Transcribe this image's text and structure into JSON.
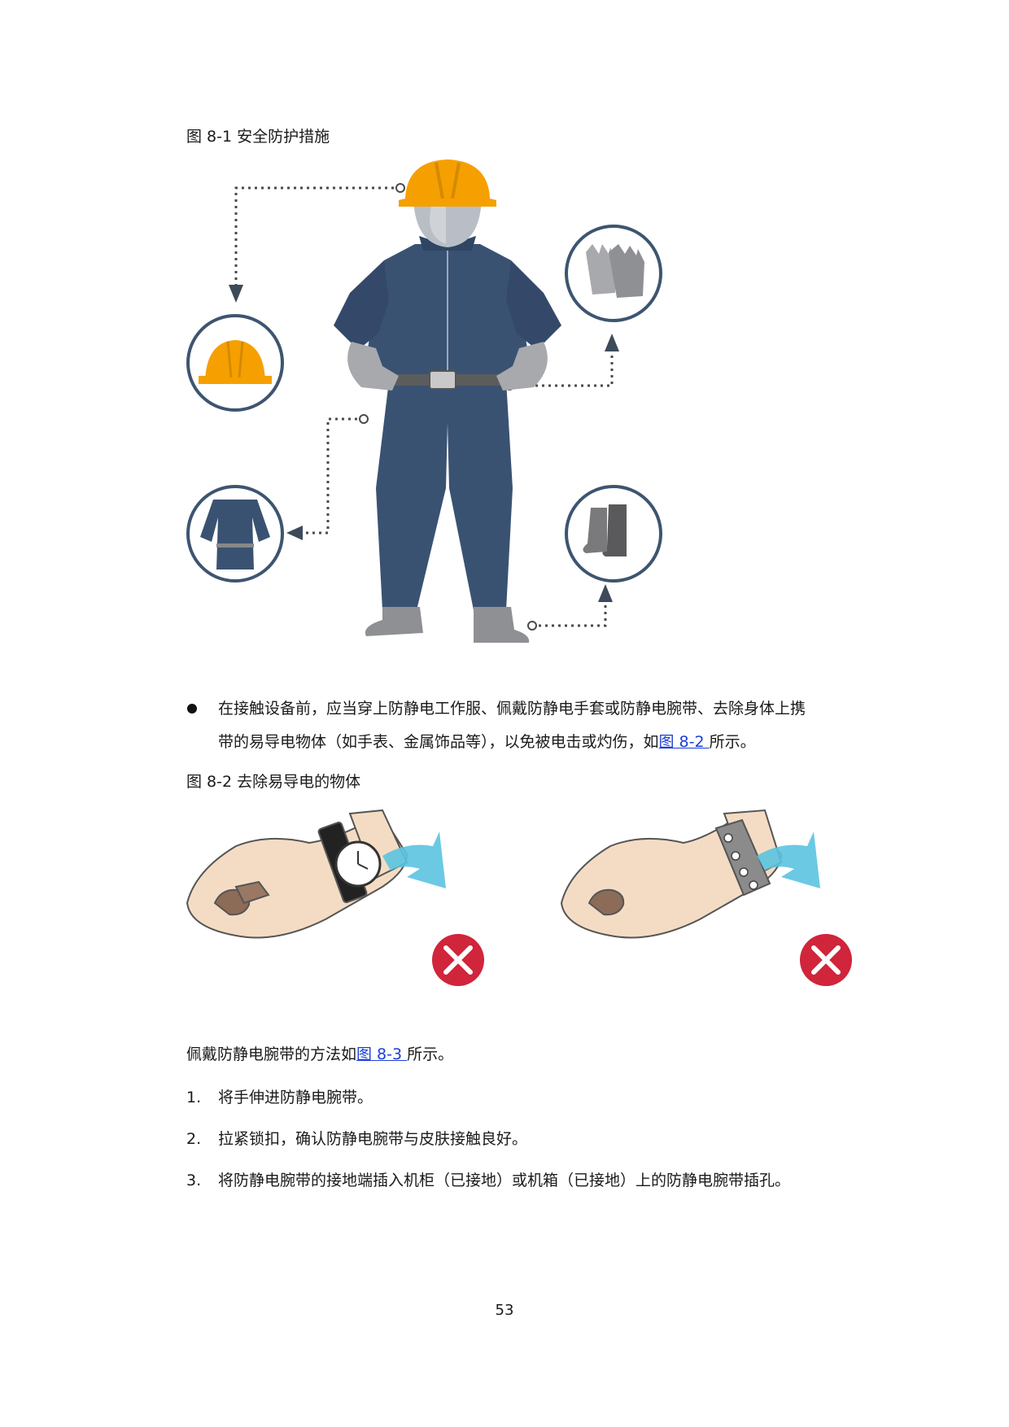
{
  "figure1": {
    "caption": "图 8-1 安全防护措施",
    "icons": [
      "safety-helmet-icon",
      "gloves-icon",
      "esd-clothing-icon",
      "safety-boots-icon"
    ]
  },
  "bullet": {
    "line1": "在接触设备前，应当穿上防静电工作服、佩戴防静电手套或防静电腕带、去除身体上携",
    "line2_pre": "带的易导电物体（如手表、金属饰品等），以免被电击或灼伤，如",
    "line2_link": "图 8-2 ",
    "line2_post": "所示。"
  },
  "figure2": {
    "caption": "图 8-2 去除易导电的物体"
  },
  "para": {
    "pre": "佩戴防静电腕带的方法如",
    "link": "图 8-3 ",
    "post": "所示。"
  },
  "steps": [
    {
      "num": "1.",
      "text": "将手伸进防静电腕带。"
    },
    {
      "num": "2.",
      "text": "拉紧锁扣，确认防静电腕带与皮肤接触良好。"
    },
    {
      "num": "3.",
      "text": "将防静电腕带的接地端插入机柜（已接地）或机箱（已接地）上的防静电腕带插孔。"
    }
  ],
  "page_number": "53",
  "colors": {
    "navy": "#3a5272",
    "orange": "#f5a000",
    "glove": "#a7a9ac",
    "skin": "#f4dcc4",
    "arrow": "#5bc3e0",
    "cross": "#d0253a"
  }
}
